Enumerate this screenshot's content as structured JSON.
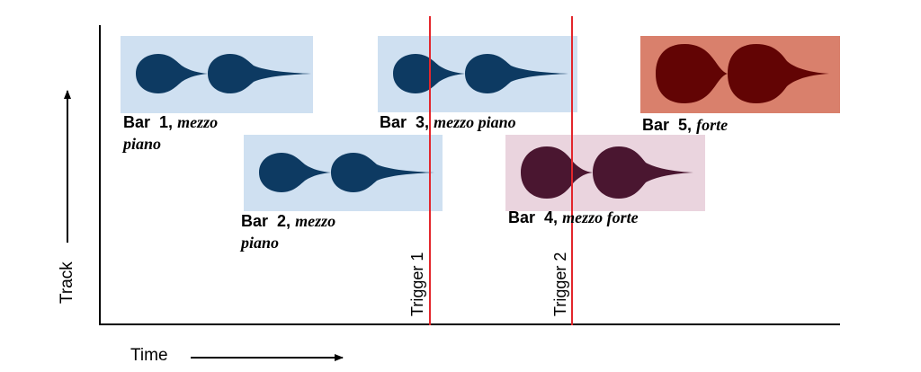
{
  "axes": {
    "x_label": "Time",
    "y_label": "Track"
  },
  "bars": [
    {
      "bar_word": "Bar",
      "number": "1",
      "dynamic_line1": "mezzo",
      "dynamic_line2": "piano",
      "fill": "#cfe0f1",
      "shape_color": "#0d3a62"
    },
    {
      "bar_word": "Bar",
      "number": "2",
      "dynamic_line1": "mezzo",
      "dynamic_line2": "piano",
      "fill": "#cfe0f1",
      "shape_color": "#0d3a62"
    },
    {
      "bar_word": "Bar",
      "number": "3",
      "dynamic_line1": "mezzo piano",
      "dynamic_line2": "",
      "fill": "#cfe0f1",
      "shape_color": "#0d3a62"
    },
    {
      "bar_word": "Bar",
      "number": "4",
      "dynamic_line1": "mezzo forte",
      "dynamic_line2": "",
      "fill": "#ead4de",
      "shape_color": "#4a1630"
    },
    {
      "bar_word": "Bar",
      "number": "5",
      "dynamic_line1": "forte",
      "dynamic_line2": "",
      "fill": "#d9806c",
      "shape_color": "#620404"
    }
  ],
  "triggers": [
    {
      "label": "Trigger 1",
      "color": "#e3262c"
    },
    {
      "label": "Trigger 2",
      "color": "#e3262c"
    }
  ]
}
